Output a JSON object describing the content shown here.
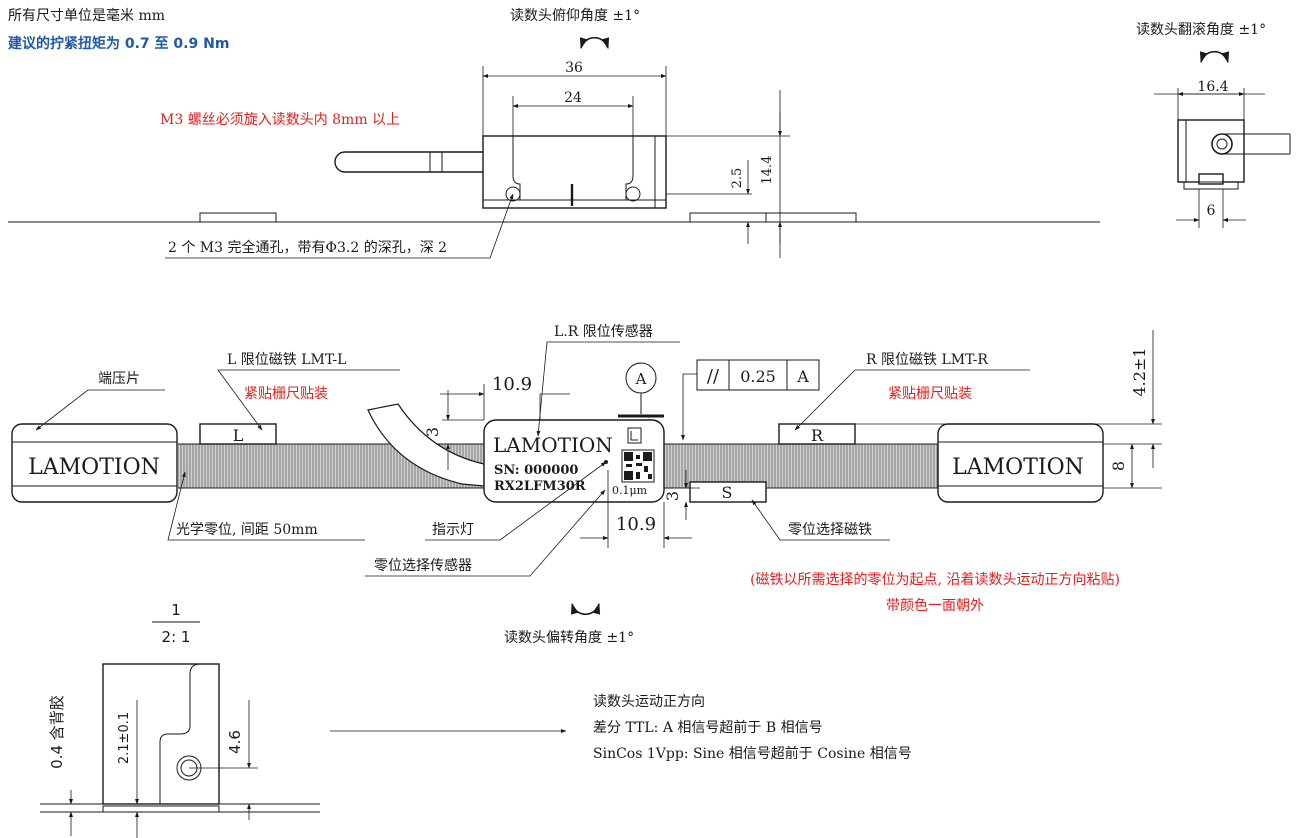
{
  "notes": {
    "units": "所有尺寸单位是毫米 mm",
    "torque": "建议的拧紧扭矩为 0.7 至 0.9 Nm",
    "screw_depth": "M3 螺丝必须旋入读数头内 8mm 以上",
    "mount_holes": "2 个 M3 完全通孔，带有Φ3.2 的深孔，深 2"
  },
  "angles": {
    "pitch": "读数头俯仰角度 ±1°",
    "roll": "读数头翻滚角度 ±1°",
    "yaw": "读数头偏转角度 ±1°"
  },
  "dims": {
    "d36": "36",
    "d24": "24",
    "d25": "2.5",
    "d144": "14.4",
    "d164": "16.4",
    "d6": "6",
    "d109a": "10.9",
    "d109b": "10.9",
    "d3a": "3",
    "d3b": "3",
    "d8": "8",
    "d42": "4.2±1",
    "d21": "2.1±0.1",
    "d46": "4.6",
    "d04": "0.4 含背胶"
  },
  "labels": {
    "end_clamp": "端压片",
    "limit_l": "L 限位磁铁 LMT-L",
    "limit_r": "R 限位磁铁 LMT-R",
    "stick_l": "紧贴栅尺贴装",
    "stick_r": "紧贴栅尺贴装",
    "lr_sensor": "L.R 限位传感器",
    "datum": "A",
    "tol_symbol": "//",
    "tol_value": "0.25",
    "tol_datum": "A",
    "optical_zero": "光学零位, 间距 50mm",
    "indicator": "指示灯",
    "zero_sensor": "零位选择传感器",
    "zero_magnet": "零位选择磁铁",
    "magnet_note_1": "(磁铁以所需选择的零位为起点, 沿着读数头运动正方向粘贴)",
    "magnet_note_2": "带颜色一面朝外",
    "scale_num": "1",
    "scale_den": "2: 1"
  },
  "parts": {
    "brand_left": "LAMOTION",
    "brand_right": "LAMOTION",
    "brand_head": "LAMOTION",
    "sn": "SN: 000000",
    "model": "RX2LFM30R",
    "resolution": "0.1μm",
    "mag_l": "L",
    "mag_r": "R",
    "mag_s": "S"
  },
  "direction": {
    "title": "读数头运动正方向",
    "ttl": "差分 TTL: A 相信号超前于 B 相信号",
    "sincos": "SinCos 1Vpp: Sine 相信号超前于 Cosine 相信号"
  },
  "colors": {
    "note_red": "#e02020",
    "note_blue": "#1f5aa6",
    "line": "#1a1a1a",
    "scale_gray": "#8c8c8c"
  }
}
